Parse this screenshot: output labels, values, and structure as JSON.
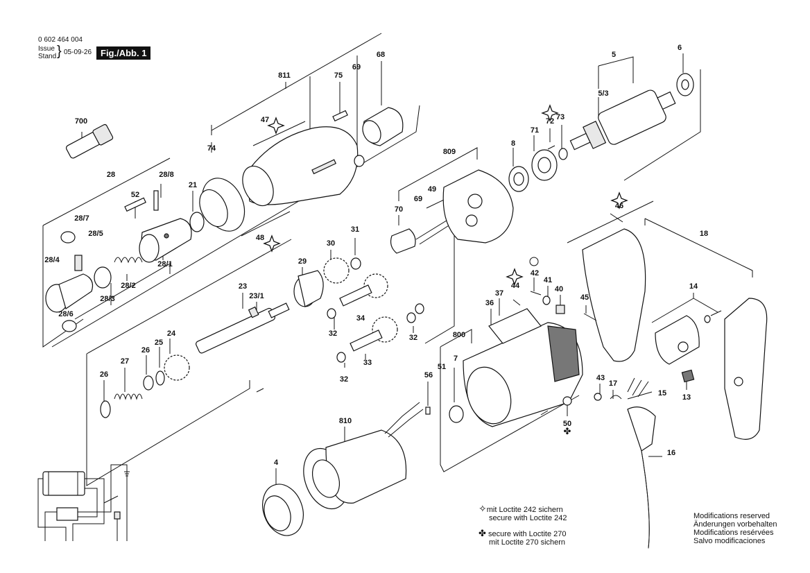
{
  "header": {
    "doc_number": "0 602 464 004",
    "issue_label": "Issue",
    "stand_label": "Stand",
    "issue_date": "05-09-26",
    "figure_label": "Fig./Abb. 1"
  },
  "labels": [
    "700",
    "811",
    "75",
    "69",
    "68",
    "5",
    "6",
    "5/3",
    "47",
    "74",
    "72",
    "73",
    "71",
    "8",
    "809",
    "28",
    "28/8",
    "52",
    "21",
    "70",
    "69",
    "49",
    "28/7",
    "28/5",
    "31",
    "30",
    "48",
    "28/4",
    "28/1",
    "29",
    "28/2",
    "46",
    "18",
    "42",
    "23",
    "23/1",
    "41",
    "40",
    "44",
    "37",
    "36",
    "45",
    "14",
    "28/3",
    "28/6",
    "32",
    "34",
    "32",
    "24",
    "25",
    "26",
    "27",
    "26",
    "800",
    "7",
    "51",
    "33",
    "32",
    "56",
    "43",
    "17",
    "15",
    "13",
    "810",
    "50",
    "16",
    "4"
  ],
  "notes": {
    "loctite242_de": "mit Loctite 242 sichern",
    "loctite242_en": "secure with Loctite 242",
    "loctite270_en": "secure with Loctite 270",
    "loctite270_de": "mit Loctite 270 sichern"
  },
  "modifications": [
    "Modifications reserved",
    "Änderungen vorbehalten",
    "Modifications resérvées",
    "Salvo modificaciones"
  ]
}
